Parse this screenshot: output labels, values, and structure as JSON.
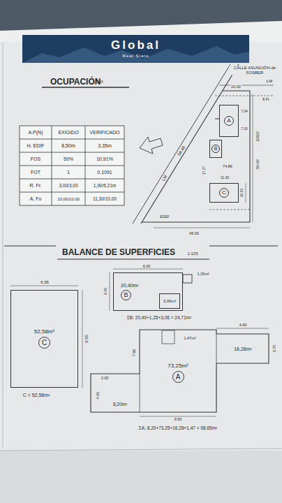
{
  "diagram": {
    "title": "OCUPACIÓN",
    "nodes": [
      {
        "text": [
          "Global",
          "Real State"
        ]
      },
      {
        "text": [
          "A"
        ]
      },
      {
        "text": [
          "B"
        ]
      },
      {
        "text": [
          "C"
        ]
      },
      {
        "text": [
          "20,40m²",
          "B"
        ]
      },
      {
        "text": [
          "3,06m²"
        ],
        "in": 4
      },
      {
        "text": [
          "52,58m²",
          "C"
        ]
      },
      {
        "text": [
          "73,25m²",
          "A"
        ]
      }
    ],
    "labels": [
      "1:500",
      "A.P(N)",
      "EXIGIDO",
      "VERIFICADO",
      "H. EDIF",
      "8,50m",
      "3,35m",
      "FOS",
      "50%",
      "10,91%",
      "FOT",
      "1",
      "0,1091",
      "R. Fr.",
      "3,00/3,00",
      "1,90/5,21m",
      "A. Fo",
      "10,00/10,00",
      "11,30/10,00",
      "CALLE ASUNCIÓN de FOSBER",
      "LM",
      "20.00",
      "8.Fr",
      "7.04",
      "7.10",
      "74.86",
      "17.27",
      "11.30",
      "10.00",
      "50.00",
      "EDEF",
      "45.00",
      "EDEF",
      "LM",
      "58.48",
      "BALANCE DE SUPERFICIES",
      "1:125",
      "6.35",
      "8.55",
      "C = 52,58m²",
      "6.00",
      "3.40",
      "1.25m²",
      "ΣB: 20,40+1,25+3,06 = 24,71m²",
      "4.40",
      "3.70",
      "1.47m²",
      "16,28m²",
      "2.05",
      "4.00",
      "8,20m²",
      "7.95",
      "9.50",
      "ΣA: 8,20+73,25+16,28+1,47 = 98,65m²"
    ]
  }
}
